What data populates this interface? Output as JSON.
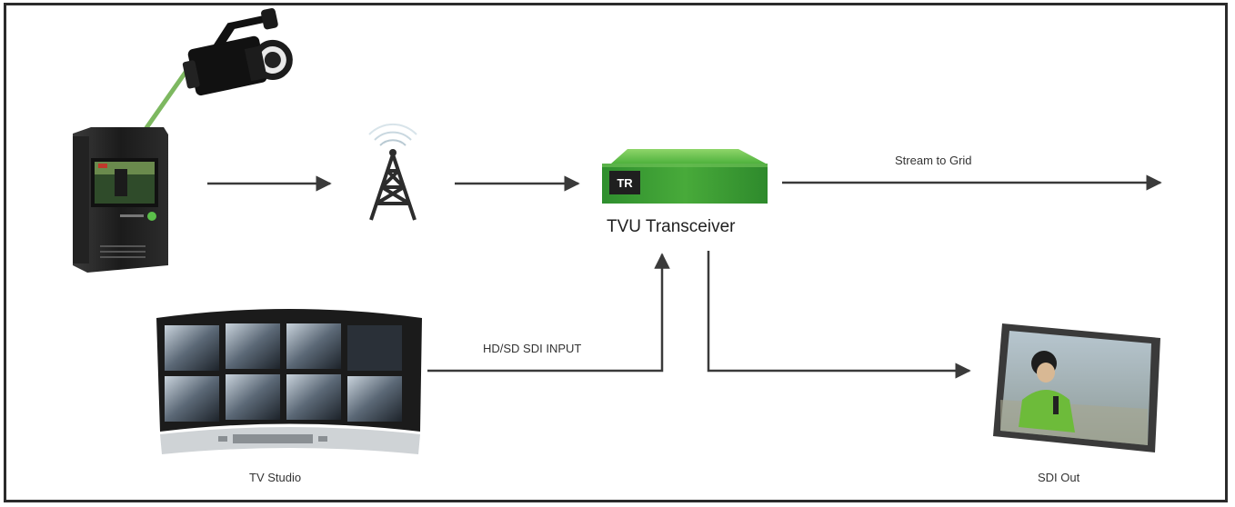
{
  "nodes": {
    "transceiver": {
      "label": "TVU Transceiver",
      "badge": "TR"
    },
    "studio": {
      "label": "TV Studio"
    },
    "sdi_out": {
      "label": "SDI Out"
    }
  },
  "edges": {
    "stream_to_grid": {
      "label": "Stream to Grid"
    },
    "sdi_input": {
      "label": "HD/SD SDI INPUT"
    }
  },
  "colors": {
    "arrow": "#3a3a3a",
    "cable": "#7db860",
    "transceiver_green": "#3fa33a",
    "frame": "#2b2b2b"
  },
  "icons": [
    "video-camera-icon",
    "backpack-unit-icon",
    "cell-tower-icon",
    "transceiver-box-icon",
    "studio-monitor-wall-icon",
    "tv-monitor-icon"
  ]
}
